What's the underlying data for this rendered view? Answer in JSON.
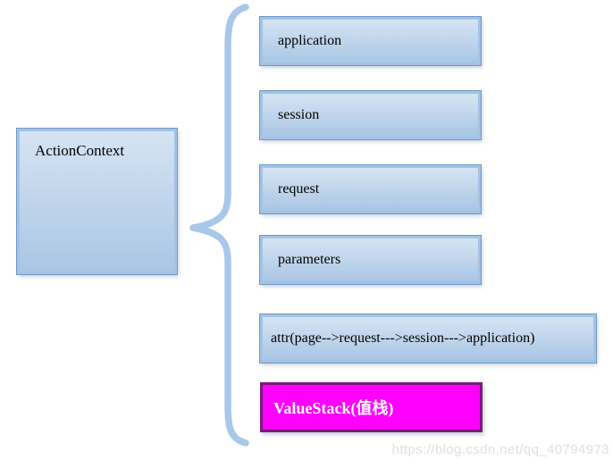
{
  "diagram": {
    "main_box": {
      "label": "ActionContext"
    },
    "items": [
      {
        "label": "application"
      },
      {
        "label": "session"
      },
      {
        "label": "request"
      },
      {
        "label": "parameters"
      },
      {
        "label": "attr(page-->request--->session--->application)"
      },
      {
        "label": "ValueStack(值栈)",
        "highlighted": true
      }
    ],
    "colors": {
      "box_fill_top": "#d5e4f4",
      "box_fill_bottom": "#a9c6e5",
      "box_border_inner": "#a4c2e2",
      "box_border_outer": "#6f99c8",
      "box_text": "#000000",
      "highlight_fill": "#ff00ff",
      "highlight_border": "#7d1a7d",
      "highlight_text": "#ffffff",
      "brace": "#a9c7e8"
    }
  },
  "watermark": {
    "text": "https://blog.csdn.net/qq_40794973",
    "color": "#e0e0e0"
  }
}
